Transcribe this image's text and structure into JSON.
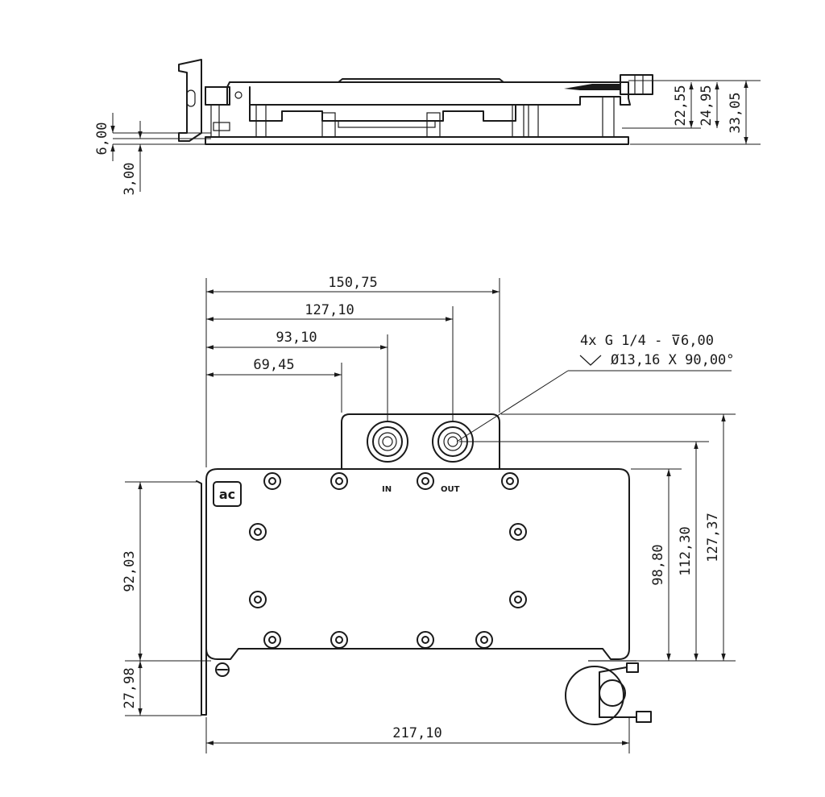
{
  "side_view": {
    "dims": {
      "d_6_00": "6,00",
      "d_3_00": "3,00",
      "d_22_55": "22,55",
      "d_24_95": "24,95",
      "d_33_05": "33,05"
    }
  },
  "top_view": {
    "dims": {
      "d_150_75": "150,75",
      "d_127_10": "127,10",
      "d_93_10": "93,10",
      "d_69_45": "69,45",
      "d_92_03": "92,03",
      "d_27_98": "27,98",
      "d_98_80": "98,80",
      "d_112_30": "112,30",
      "d_127_37": "127,37",
      "d_217_10": "217,10"
    },
    "port_in_label": "IN",
    "port_out_label": "OUT",
    "thread_note_line1": "4x G 1/4 - ⊽6,00",
    "thread_note_line2": "Ø13,16 X 90,00°",
    "logo_text": "ac"
  }
}
